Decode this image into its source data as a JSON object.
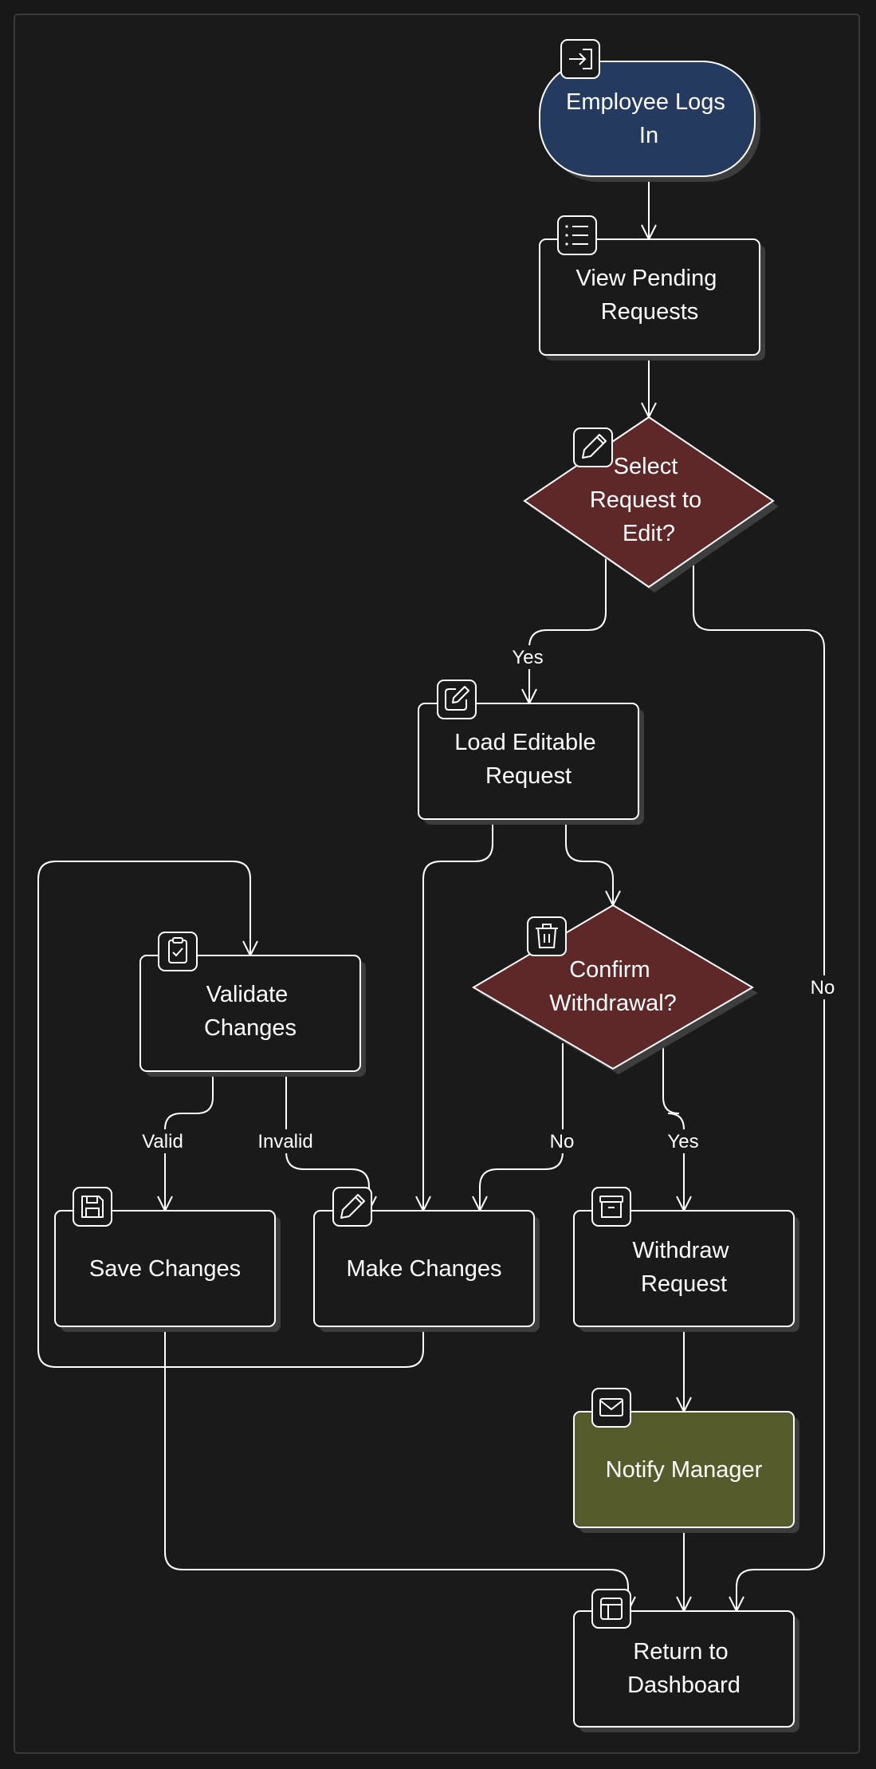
{
  "colors": {
    "background": "#181818",
    "frame_fill": "#1a1a1a",
    "frame_stroke": "#3a3a3a",
    "node_fill": "#1a1a1a",
    "node_stroke": "#ffffff",
    "start_fill": "#243a5e",
    "decision_fill": "#5e2828",
    "notify_fill": "#555b2b",
    "shadow": "#3d3d3d",
    "edge": "#ffffff"
  },
  "nodes": {
    "employee_logs_in": {
      "lines": [
        "Employee Logs",
        "In"
      ],
      "icon": "login-icon"
    },
    "view_pending_requests": {
      "lines": [
        "View Pending",
        "Requests"
      ],
      "icon": "list-icon"
    },
    "select_request": {
      "lines": [
        "Select",
        "Request to",
        "Edit?"
      ],
      "icon": "pencil-icon"
    },
    "load_editable_request": {
      "lines": [
        "Load Editable",
        "Request"
      ],
      "icon": "edit-square-icon"
    },
    "validate_changes": {
      "lines": [
        "Validate",
        "Changes"
      ],
      "icon": "clipboard-check-icon"
    },
    "confirm_withdrawal": {
      "lines": [
        "Confirm",
        "Withdrawal?"
      ],
      "icon": "trash-icon"
    },
    "save_changes": {
      "lines": [
        "Save Changes"
      ],
      "icon": "save-icon"
    },
    "make_changes": {
      "lines": [
        "Make Changes"
      ],
      "icon": "pencil-icon"
    },
    "withdraw_request": {
      "lines": [
        "Withdraw",
        "Request"
      ],
      "icon": "archive-icon"
    },
    "notify_manager": {
      "lines": [
        "Notify Manager"
      ],
      "icon": "mail-icon"
    },
    "return_to_dashboard": {
      "lines": [
        "Return to",
        "Dashboard"
      ],
      "icon": "layout-icon"
    }
  },
  "edge_labels": {
    "select_yes": "Yes",
    "select_no": "No",
    "valid": "Valid",
    "invalid": "Invalid",
    "withdraw_no": "No",
    "withdraw_yes": "Yes"
  }
}
